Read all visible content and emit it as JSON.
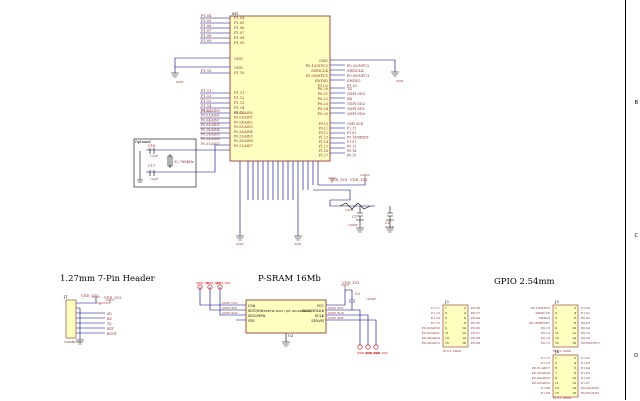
{
  "sections": {
    "header_127": "1.27mm 7-Pin Header",
    "psram": "P-SRAM 16Mb",
    "gpio": "GPIO 2.54mm"
  },
  "zones": [
    "B",
    "C",
    "D"
  ],
  "mcu": {
    "ref": "M1",
    "optional_label": "Optional",
    "crystal": "32.768kHz",
    "c18": "C18",
    "c17": "C17",
    "cap_val": "12pF",
    "rail_labels": [
      "VDD_3V3",
      "VDD_1V1"
    ],
    "c_out": "C1",
    "c_out_val": "100nF",
    "c2": "C2",
    "c2_val": "4.7uF",
    "inductor": "10uH",
    "gnd": "GND"
  },
  "header7": {
    "ref": "J1",
    "part": "2244Bx7 H",
    "rail": "VDD_3V3",
    "rail2": "VDD_3V3",
    "pins": [
      "3V3",
      "GND",
      "SD",
      "RX",
      "TX",
      "RST",
      "BOOT"
    ]
  },
  "psram": {
    "ref": "U2",
    "rail": "VDD_3V3",
    "cap": "C3",
    "cap_val": "100nF",
    "left_pins": [
      "CS#",
      "SIO1/SO",
      "SIO2/WP#",
      "VSS"
    ],
    "right_pins": [
      "VCC",
      "SIO3/HOLD#",
      "SCLK",
      "SIO0/SI"
    ],
    "center": "RESET# SIO3 / QE_SIO2#/SIO3",
    "flags_top": [
      "QSPI_CS",
      "QSPI_SD1",
      "QSPI_SD2"
    ],
    "flags_bottom": [
      "QSPI_SCK",
      "QSPI_SD0",
      "QSPI_SD3"
    ],
    "nets_left": [
      "QSPI_CS1",
      "QSPI_SD1",
      "QSPI_SD2"
    ],
    "nets_right": [
      "QSPI_SD3",
      "QSPI_SCK",
      "QSPI_SD0"
    ],
    "gnd": "GND"
  },
  "gpio": {
    "j2_ref": "J2",
    "j2_part": "W111-20GS",
    "j3_ref": "J3",
    "j3_part": "W111-20GS",
    "j4_ref": "J4",
    "j4_part": "W111-20GS",
    "j2_left": [
      "P1.11",
      "P1.12",
      "P1.14",
      "P1.15",
      "P0.02/AIN0",
      "P0.03/AIN1",
      "P0.28/AIN4",
      "P0.29/AIN5"
    ],
    "j2_right": [
      "P0.26",
      "P0.27",
      "P0.04",
      "P0.05",
      "P0.06",
      "P0.07",
      "P0.08",
      "P0.09"
    ],
    "j3_left": [
      "P0.10/NFC2",
      "SWDCLK",
      "SWDIO",
      "P0.18/RESET",
      "P0.12",
      "P0.13",
      "P0.14",
      "P0.15"
    ],
    "j3_right": [
      "P1.00",
      "P1.01",
      "P0.02",
      "P0.03",
      "P0.24",
      "P0.25",
      "P0.26",
      "P0.09/NFC1"
    ],
    "j4_left": [
      "P1.13",
      "P1.10",
      "P0.31/AIN7",
      "P0.30/AIN6",
      "P0.04/AIN2",
      "P0.05/AIN3",
      "P1.08",
      "P1.09"
    ],
    "j4_right": [
      "P1.02",
      "P1.03",
      "P1.04",
      "P1.05",
      "P1.06",
      "P1.07",
      "P0.04/AIN2",
      "P0.05/AIN3"
    ]
  },
  "chip_left_top": [
    "P1.04",
    "P1.05",
    "P1.06",
    "P1.07",
    "P1.08",
    "P1.09"
  ],
  "chip_left_mid": [
    "P1.10",
    "P1.11",
    "P1.12",
    "P1.13",
    "P1.14",
    "P1.15"
  ],
  "chip_left_low": [
    "P0.02/AIN0",
    "P0.03/AIN1",
    "P0.04/AIN2",
    "P0.05/AIN3",
    "P0.28/AIN4",
    "P0.29/AIN5",
    "P0.30/AIN6",
    "P0.31/AIN7"
  ],
  "chip_right_top": [
    "GND",
    "P0.10/NFC2",
    "SWDCLK",
    "P0.09/NFC1",
    "SWDIO",
    "P1.02"
  ],
  "chip_right_qspi": [
    "TX",
    "QSPI SD3",
    "RX",
    "QSPI SD2",
    "QSPI SD1",
    "QSPI SD0"
  ],
  "chip_right_low": [
    "QSPI SCK",
    "P1.17",
    "P1.01",
    "P0.18/RESET",
    "P1.07",
    "P0.13",
    "P0.14",
    "P0.15"
  ]
}
